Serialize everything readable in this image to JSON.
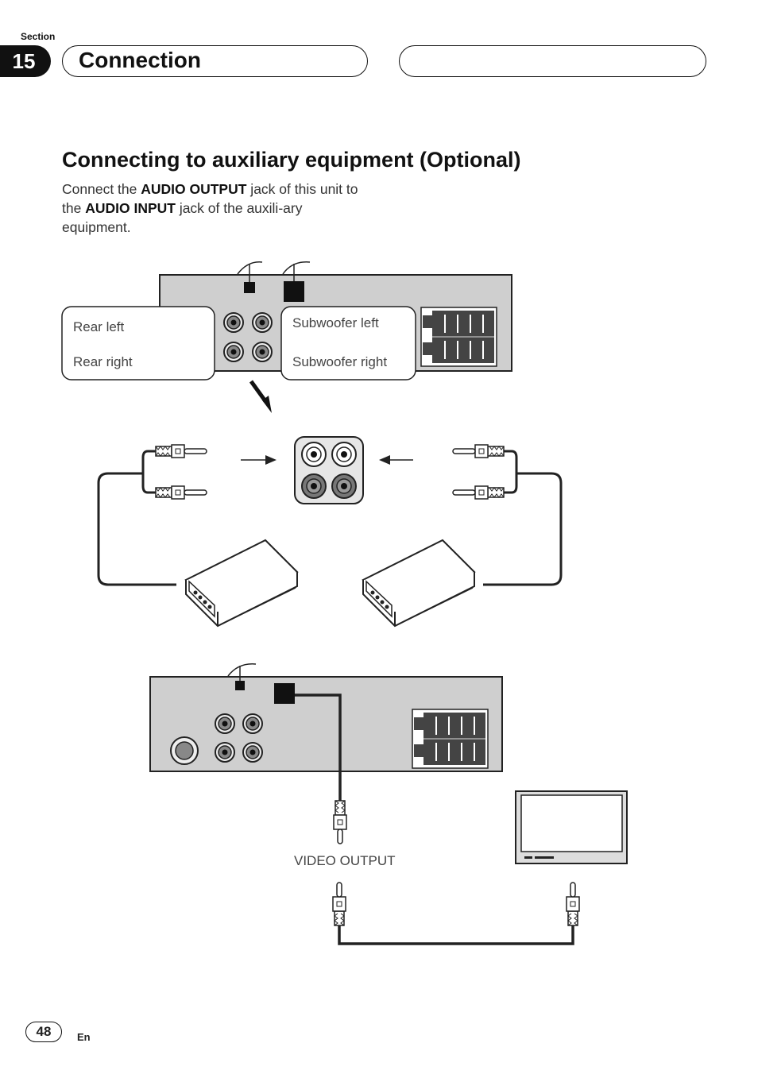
{
  "header": {
    "section_label": "Section",
    "section_number": "15",
    "chapter_title": "Connection"
  },
  "content": {
    "heading": "Connecting to auxiliary equipment (Optional)",
    "intro": {
      "part1": "Connect the ",
      "bold1": "AUDIO OUTPUT",
      "part2": " jack of this unit to the ",
      "bold2": "AUDIO INPUT",
      "part3": " jack of the auxili-ary equipment."
    }
  },
  "diagram": {
    "labels": {
      "rear_left": "Rear left",
      "rear_right": "Rear right",
      "subwoofer_left": "Subwoofer left",
      "subwoofer_right": "Subwoofer  right",
      "video_output": "VIDEO OUTPUT"
    }
  },
  "footer": {
    "page_number": "48",
    "language": "En"
  }
}
